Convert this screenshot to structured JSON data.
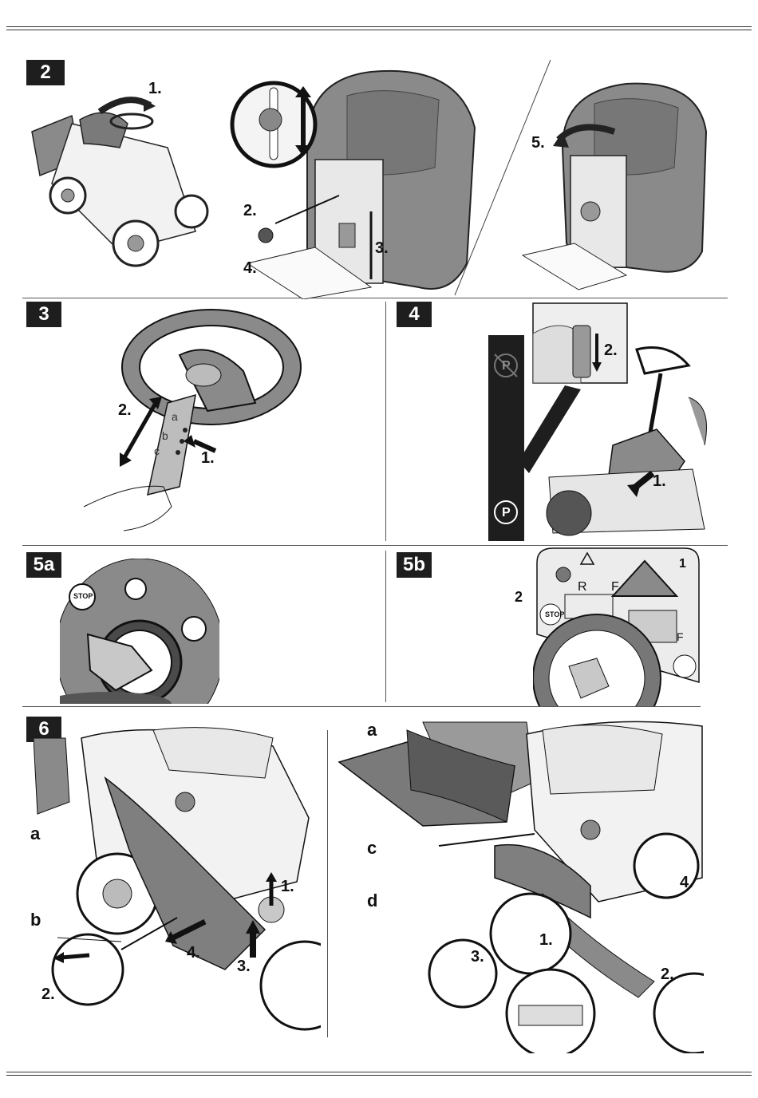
{
  "figures": {
    "f2": {
      "label": "2",
      "steps": [
        "1.",
        "2.",
        "3.",
        "4.",
        "5."
      ]
    },
    "f3": {
      "label": "3",
      "steps": [
        "1.",
        "2."
      ],
      "holes": [
        "a",
        "b",
        "c"
      ]
    },
    "f4": {
      "label": "4",
      "steps": [
        "1.",
        "2."
      ],
      "symbols": [
        "P",
        "P"
      ]
    },
    "f5a": {
      "label": "5a",
      "key_symbols": [
        "STOP"
      ]
    },
    "f5b": {
      "label": "5b",
      "callouts": [
        "1",
        "2"
      ],
      "gear_letters": [
        "R",
        "F",
        "F"
      ],
      "key_symbols": [
        "STOP"
      ]
    },
    "f6": {
      "label": "6",
      "steps": [
        "1.",
        "2.",
        "3.",
        "4.",
        "1.",
        "2.",
        "3.",
        "4."
      ],
      "parts": [
        "a",
        "b",
        "a",
        "c",
        "d"
      ]
    }
  }
}
